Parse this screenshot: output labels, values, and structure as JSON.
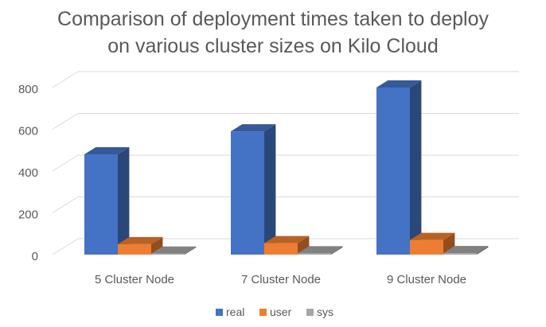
{
  "chart_data": {
    "type": "bar",
    "title_lines": [
      "Comparison of deployment times taken to deploy",
      "on various cluster sizes on Kilo Cloud"
    ],
    "categories": [
      "5 Cluster Node",
      "7 Cluster Node",
      "9 Cluster Node"
    ],
    "series": [
      {
        "name": "real",
        "values": [
          480,
          590,
          800
        ],
        "color": "#4472C4"
      },
      {
        "name": "user",
        "values": [
          50,
          55,
          70
        ],
        "color": "#ED7D31"
      },
      {
        "name": "sys",
        "values": [
          5,
          6,
          7
        ],
        "color": "#A5A5A5"
      }
    ],
    "ylim": [
      0,
      800
    ],
    "yticks": [
      0,
      200,
      400,
      600,
      800
    ],
    "yticks_labels": [
      "0",
      "200",
      "400",
      "600",
      "800"
    ],
    "grid": true,
    "legend": "bottom",
    "style": "3d-clustered-column"
  }
}
